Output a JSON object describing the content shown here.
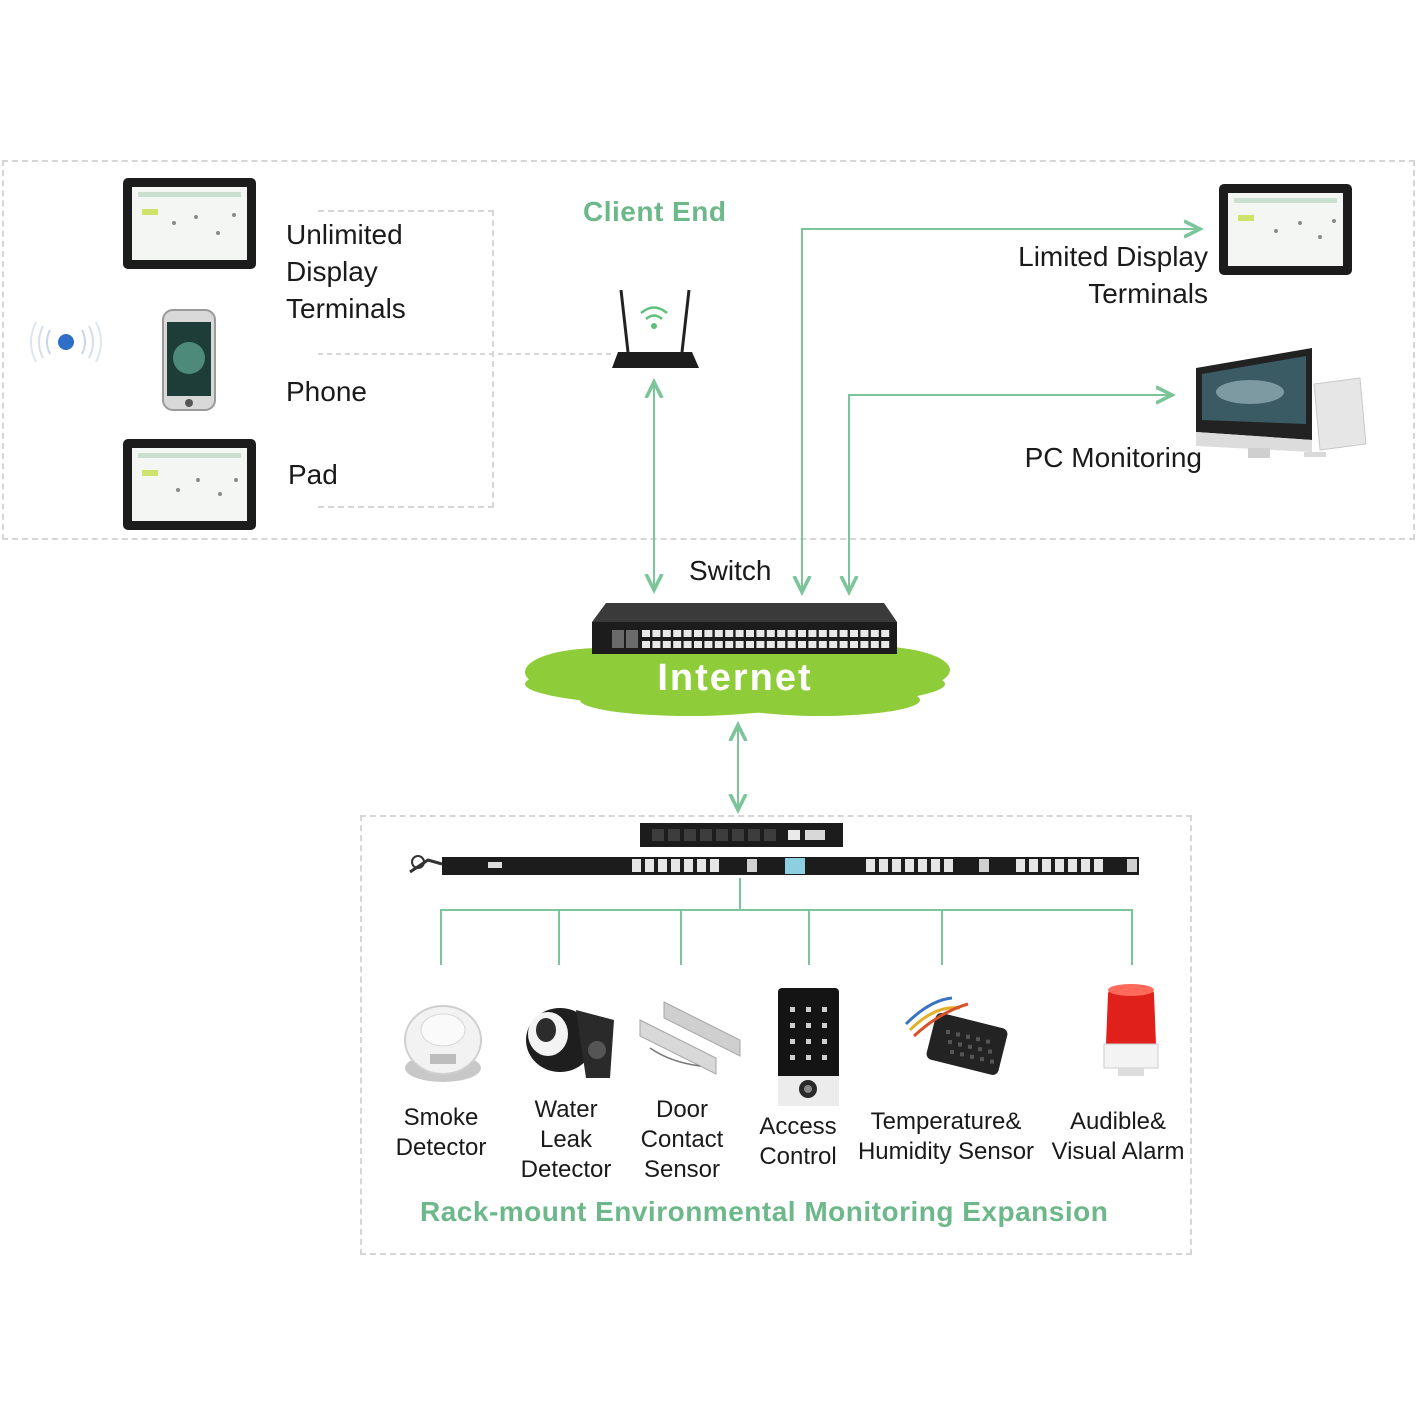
{
  "client_end": {
    "title": "Client End",
    "unlimited_label": [
      "Unlimited",
      "Display",
      "Terminals"
    ],
    "phone_label": "Phone",
    "pad_label": "Pad",
    "limited_label": [
      "Limited Display",
      "Terminals"
    ],
    "pc_label": "PC Monitoring"
  },
  "network": {
    "switch_label": "Switch",
    "cloud_label": "Internet"
  },
  "expansion": {
    "title": "Rack-mount Environmental Monitoring Expansion",
    "devices": [
      {
        "name": "smoke-detector",
        "lines": [
          "Smoke",
          "Detector"
        ]
      },
      {
        "name": "water-leak-detector",
        "lines": [
          "Water",
          "Leak",
          "Detector"
        ]
      },
      {
        "name": "door-contact-sensor",
        "lines": [
          "Door",
          "Contact",
          "Sensor"
        ]
      },
      {
        "name": "access-control",
        "lines": [
          "Access",
          "Control"
        ]
      },
      {
        "name": "temperature-humidity-sensor",
        "lines": [
          "Temperature&",
          "Humidity Sensor"
        ]
      },
      {
        "name": "audible-visual-alarm",
        "lines": [
          "Audible&",
          "Visual Alarm"
        ]
      }
    ]
  },
  "colors": {
    "accent_green": "#6db88a",
    "line_green": "#7cc49a",
    "cloud_green": "#8fcc3a",
    "frame_gray": "#d6d6d6"
  }
}
